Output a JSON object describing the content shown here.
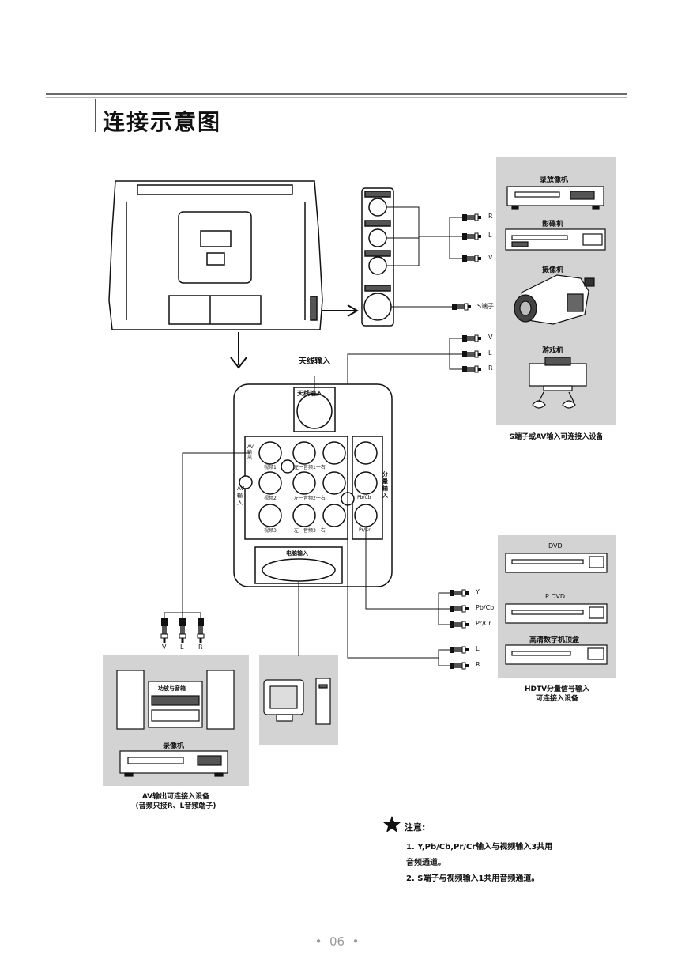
{
  "page": {
    "title": "连接示意图",
    "page_number": "06"
  },
  "side_panel": {
    "port_labels": [
      "R",
      "L",
      "V"
    ],
    "s_terminal": "S端子"
  },
  "av_right_cables": [
    "V",
    "L",
    "R"
  ],
  "device_panel_top": {
    "devices": [
      "录放像机",
      "影碟机",
      "摄像机",
      "游戏机"
    ],
    "caption": "S端子或AV输入可连接入设备"
  },
  "antenna_label": "天线输入",
  "back_panel": {
    "antenna_box": "天线输入",
    "av_group_label": "AV输入",
    "component_label": "分量输入",
    "row_labels": [
      "视频1",
      "视频2",
      "视频3"
    ],
    "audio_labels": [
      "左一音频1一右",
      "左一音频2一右",
      "左一音频3一右"
    ],
    "component_ports": [
      "Pb/Cb",
      "Pr/Cr"
    ],
    "av_out_label": "AV输出",
    "vga_label": "电脑输入"
  },
  "device_panel_hdtv": {
    "devices": [
      "DVD",
      "P DVD",
      "高清数字机顶盒"
    ],
    "cable_labels": [
      "Y",
      "Pb/Cb",
      "Pr/Cr",
      "L",
      "R"
    ],
    "caption_line1": "HDTV分量信号输入",
    "caption_line2": "可连接入设备"
  },
  "av_out_cables": [
    "V",
    "L",
    "R"
  ],
  "device_panel_audio": {
    "devices": [
      "功放与音箱",
      "录像机"
    ],
    "caption_line1": "AV输出可连接入设备",
    "caption_line2": "(音频只接R、L音频端子)"
  },
  "notes": {
    "heading": "注意:",
    "line1": "1. Y,Pb/Cb,Pr/Cr输入与视频输入3共用",
    "line1b": "音频通道。",
    "line2": "2. S端子与视频输入1共用音频通道。"
  },
  "colors": {
    "panel_gray": "#d3d3d3",
    "line": "#111111",
    "rule": "#6a6a6a"
  }
}
